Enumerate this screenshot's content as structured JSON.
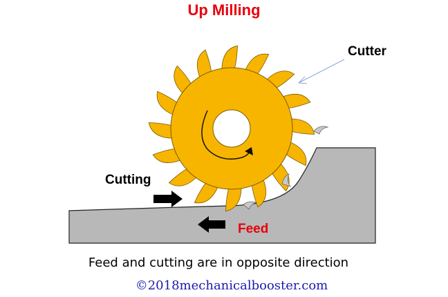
{
  "title": "Up Milling",
  "labels": {
    "cutter": "Cutter",
    "cutting": "Cutting",
    "feed": "Feed"
  },
  "caption": "Feed and cutting are in opposite direction",
  "watermark": "©2018mechanicalbooster.com",
  "colors": {
    "title": "#e8000b",
    "feed": "#e8000b",
    "cutter_fill": "#f7b500",
    "cutter_stroke": "#7a5a00",
    "workpiece_fill": "#b8b8b8",
    "workpiece_stroke": "#222222",
    "chip_fill": "#c8c8c8",
    "pointer": "#8fa8d8",
    "watermark": "#1a1ab0",
    "arrow": "#000000"
  },
  "icons": {
    "cutting_direction": "arrow-right",
    "feed_direction": "arrow-left",
    "rotation": "spiral-arrow-clockwise"
  }
}
